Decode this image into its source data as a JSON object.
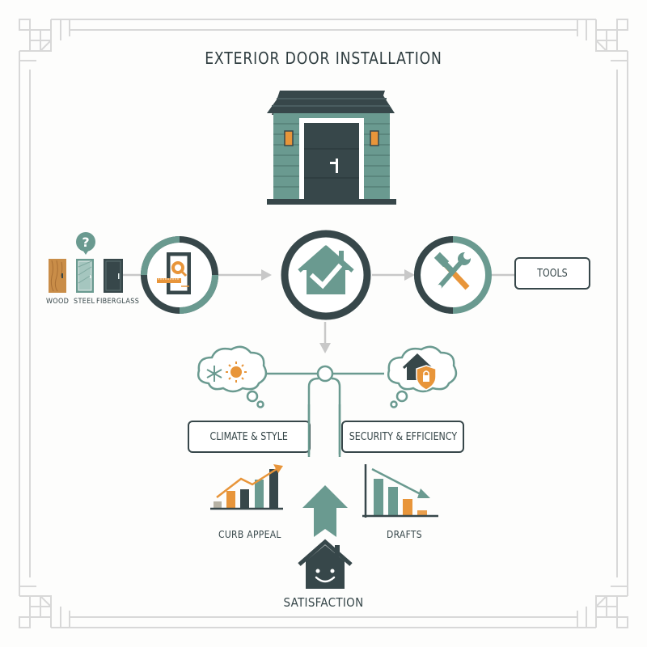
{
  "title": "EXTERIOR DOOR INSTALLATION",
  "colors": {
    "dark": "#37474a",
    "teal": "#6a9a90",
    "orange": "#e8953a",
    "gray_line": "#c8c8c8",
    "border": "#d6d6d6"
  },
  "door_materials": {
    "items": [
      {
        "label": "WOOD",
        "icon": "wood-door-icon"
      },
      {
        "label": "STEEL",
        "icon": "glass-steel-door-icon"
      },
      {
        "label": "FIBERGLASS",
        "icon": "fiberglass-door-icon"
      }
    ],
    "question_icon": "?"
  },
  "flow": {
    "step1_icon": "measure-door-icon",
    "step2_icon": "house-check-icon",
    "step3_icon": "tools-icon",
    "tools_label": "TOOLS"
  },
  "considerations": {
    "left_label": "CLIMATE & STYLE",
    "right_label": "SECURITY & EFFICIENCY",
    "left_thought_icons": [
      "snowflake-icon",
      "sun-icon"
    ],
    "right_thought_icons": [
      "house-icon",
      "shield-lock-icon"
    ]
  },
  "outcomes": {
    "curb_appeal_label": "CURB APPEAL",
    "drafts_label": "DRAFTS",
    "satisfaction_label": "SATISFACTION"
  },
  "chart_data": [
    {
      "type": "bar",
      "title": "CURB APPEAL",
      "categories": [
        "1",
        "2",
        "3",
        "4",
        "5"
      ],
      "values": [
        2,
        5,
        5.5,
        7,
        9
      ],
      "trend": "up"
    },
    {
      "type": "bar",
      "title": "DRAFTS",
      "categories": [
        "1",
        "2",
        "3",
        "4"
      ],
      "values": [
        8,
        7,
        4.5,
        2.5
      ],
      "trend": "down"
    }
  ]
}
